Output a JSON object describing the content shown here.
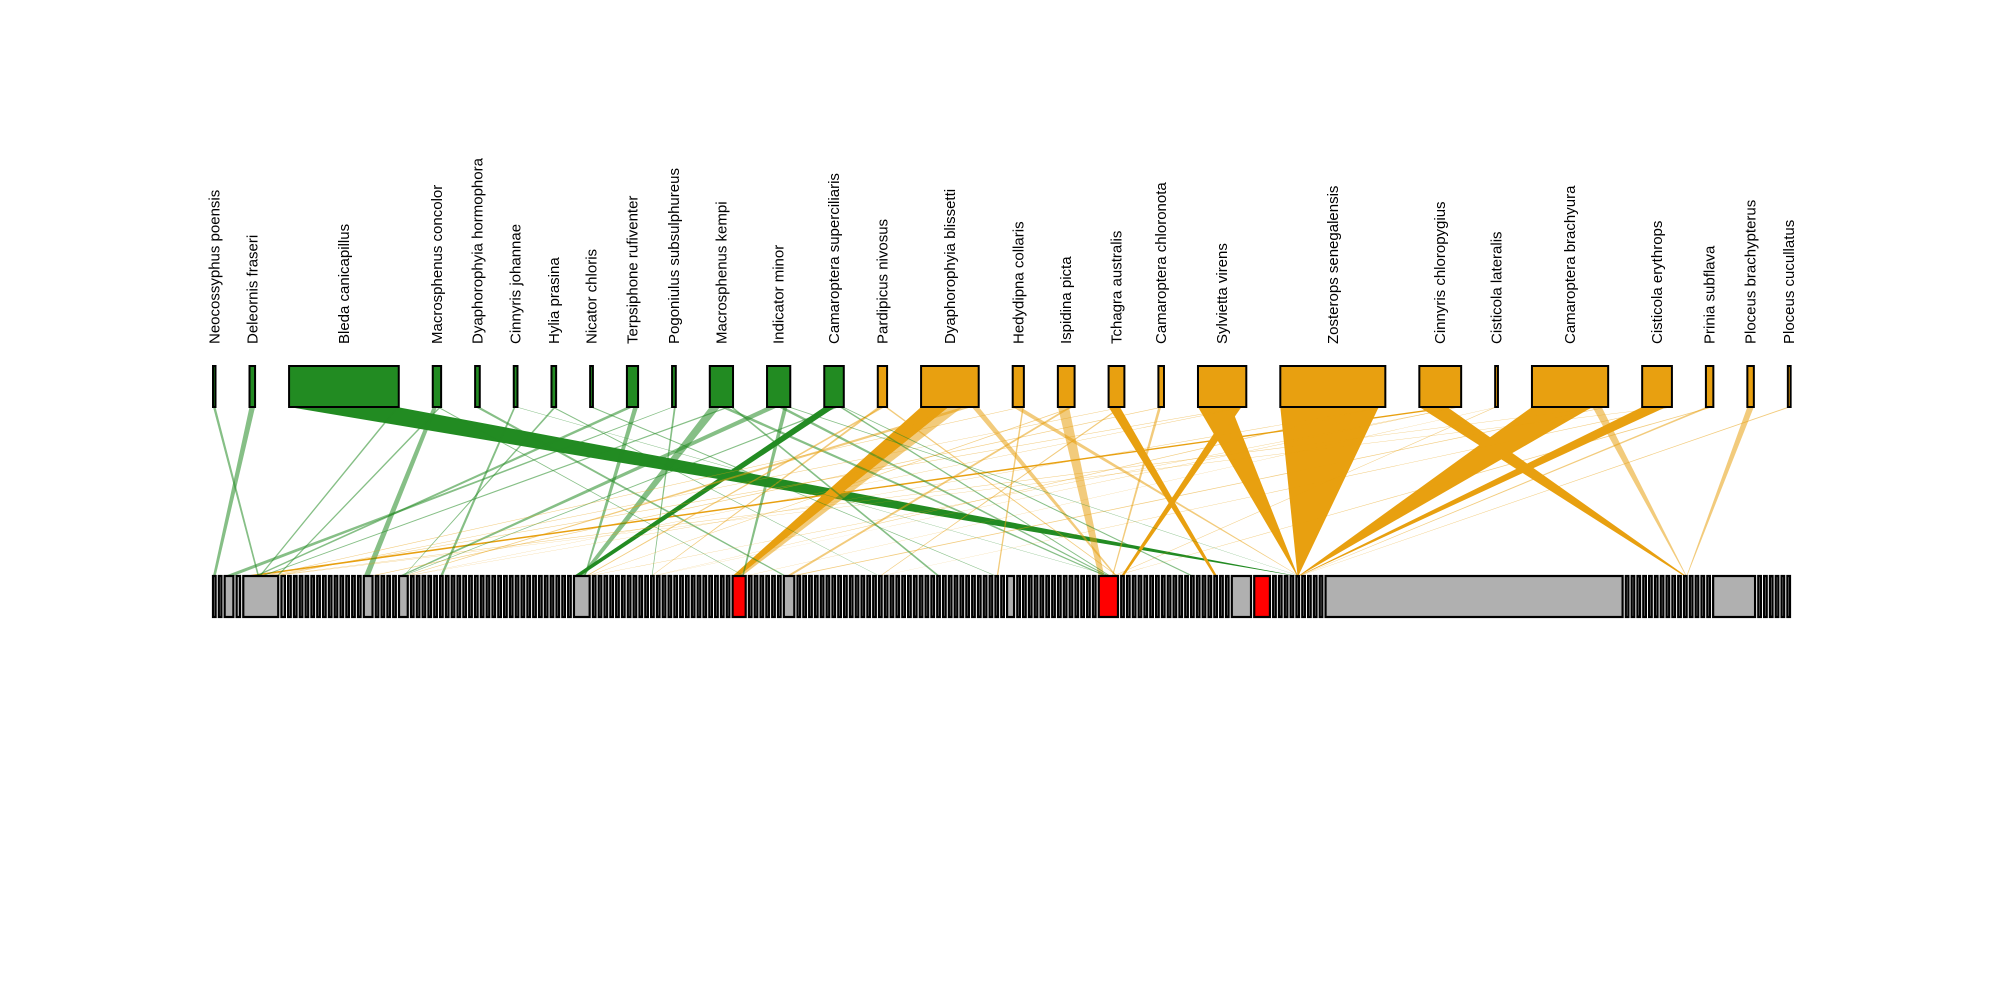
{
  "colors": {
    "forest_interior": "#228B22",
    "forest_edge": "#E8A010",
    "plant_default": "#B0B0B0",
    "plant_highlight": "#FF0000",
    "outline": "#000000"
  },
  "higher_level": [
    {
      "name": "Neocossyphus poensis",
      "group": "forest_interior",
      "weight": 0.2
    },
    {
      "name": "Deleornis fraseri",
      "group": "forest_interior",
      "weight": 0.6
    },
    {
      "name": "Bleda canicapillus",
      "group": "forest_interior",
      "weight": 11.8
    },
    {
      "name": "Macrosphenus concolor",
      "group": "forest_interior",
      "weight": 0.9
    },
    {
      "name": "Dyaphorophyia hormophora",
      "group": "forest_interior",
      "weight": 0.5
    },
    {
      "name": "Cinnyris johannae",
      "group": "forest_interior",
      "weight": 0.4
    },
    {
      "name": "Hylia prasina",
      "group": "forest_interior",
      "weight": 0.5
    },
    {
      "name": "Nicator chloris",
      "group": "forest_interior",
      "weight": 0.3
    },
    {
      "name": "Terpsiphone rufiventer",
      "group": "forest_interior",
      "weight": 1.2
    },
    {
      "name": "Pogoniulus subsulphureus",
      "group": "forest_interior",
      "weight": 0.4
    },
    {
      "name": "Macrosphenus kempi",
      "group": "forest_interior",
      "weight": 2.5
    },
    {
      "name": "Indicator minor",
      "group": "forest_interior",
      "weight": 2.5
    },
    {
      "name": "Camaroptera superciliaris",
      "group": "forest_interior",
      "weight": 2.1
    },
    {
      "name": "Pardipicus nivosus",
      "group": "forest_edge",
      "weight": 1.0
    },
    {
      "name": "Dyaphorophyia blissetti",
      "group": "forest_edge",
      "weight": 6.2
    },
    {
      "name": "Hedydipna collaris",
      "group": "forest_edge",
      "weight": 1.2
    },
    {
      "name": "Ispidina picta",
      "group": "forest_edge",
      "weight": 1.8
    },
    {
      "name": "Tchagra australis",
      "group": "forest_edge",
      "weight": 1.7
    },
    {
      "name": "Camaroptera chloronota",
      "group": "forest_edge",
      "weight": 0.6
    },
    {
      "name": "Sylvietta virens",
      "group": "forest_edge",
      "weight": 5.2
    },
    {
      "name": "Zosterops senegalensis",
      "group": "forest_edge",
      "weight": 11.3
    },
    {
      "name": "Cinnyris chloropygius",
      "group": "forest_edge",
      "weight": 4.5
    },
    {
      "name": "Cisticola lateralis",
      "group": "forest_edge",
      "weight": 0.3
    },
    {
      "name": "Camaroptera brachyura",
      "group": "forest_edge",
      "weight": 8.2
    },
    {
      "name": "Cisticola erythrops",
      "group": "forest_edge",
      "weight": 3.2
    },
    {
      "name": "Prinia subflava",
      "group": "forest_edge",
      "weight": 0.8
    },
    {
      "name": "Ploceus brachypterus",
      "group": "forest_edge",
      "weight": 0.7
    },
    {
      "name": "Ploceus cucullatus",
      "group": "forest_edge",
      "weight": 0.3
    }
  ],
  "lower_level": [
    {
      "weight": 0.3
    },
    {
      "weight": 0.3
    },
    {
      "weight": 1.0
    },
    {
      "weight": 0.4
    },
    {
      "weight": 4.0
    },
    {
      "weight": 0.4
    },
    {
      "weight": 0.3
    },
    {
      "weight": 0.3
    },
    {
      "weight": 0.3
    },
    {
      "weight": 0.3
    },
    {
      "weight": 0.3
    },
    {
      "weight": 0.3
    },
    {
      "weight": 0.3
    },
    {
      "weight": 0.3
    },
    {
      "weight": 0.3
    },
    {
      "weight": 0.3
    },
    {
      "weight": 0.3
    },
    {
      "weight": 0.3
    },
    {
      "weight": 0.3
    },
    {
      "weight": 1.0
    },
    {
      "weight": 0.3
    },
    {
      "weight": 0.3
    },
    {
      "weight": 0.3
    },
    {
      "weight": 0.3
    },
    {
      "weight": 1.0
    },
    {
      "weight": 0.3
    },
    {
      "weight": 0.3
    },
    {
      "weight": 0.3
    },
    {
      "weight": 0.3
    },
    {
      "weight": 0.3
    },
    {
      "weight": 0.3
    },
    {
      "weight": 0.3
    },
    {
      "weight": 0.3
    },
    {
      "weight": 0.3
    },
    {
      "weight": 0.3
    },
    {
      "weight": 0.3
    },
    {
      "weight": 0.3
    },
    {
      "weight": 0.3
    },
    {
      "weight": 0.3
    },
    {
      "weight": 0.3
    },
    {
      "weight": 0.3
    },
    {
      "weight": 0.3
    },
    {
      "weight": 0.3
    },
    {
      "weight": 0.3
    },
    {
      "weight": 0.3
    },
    {
      "weight": 0.3
    },
    {
      "weight": 0.3
    },
    {
      "weight": 0.3
    },
    {
      "weight": 0.3
    },
    {
      "weight": 0.3
    },
    {
      "weight": 0.3
    },
    {
      "weight": 0.3
    },
    {
      "weight": 0.3
    },
    {
      "weight": 1.8
    },
    {
      "weight": 0.3
    },
    {
      "weight": 0.3
    },
    {
      "weight": 0.3
    },
    {
      "weight": 0.3
    },
    {
      "weight": 0.3
    },
    {
      "weight": 0.3
    },
    {
      "weight": 0.3
    },
    {
      "weight": 0.3
    },
    {
      "weight": 0.3
    },
    {
      "weight": 0.3
    },
    {
      "weight": 0.3
    },
    {
      "weight": 0.3
    },
    {
      "weight": 0.3
    },
    {
      "weight": 0.3
    },
    {
      "weight": 0.3
    },
    {
      "weight": 0.3
    },
    {
      "weight": 0.3
    },
    {
      "weight": 0.3
    },
    {
      "weight": 0.3
    },
    {
      "weight": 0.3
    },
    {
      "weight": 0.3
    },
    {
      "weight": 0.3
    },
    {
      "weight": 0.3
    },
    {
      "weight": 0.3
    },
    {
      "weight": 1.5,
      "highlight": true
    },
    {
      "weight": 0.3
    },
    {
      "weight": 0.3
    },
    {
      "weight": 0.3
    },
    {
      "weight": 0.3
    },
    {
      "weight": 0.3
    },
    {
      "weight": 0.3
    },
    {
      "weight": 1.2
    },
    {
      "weight": 0.3
    },
    {
      "weight": 0.3
    },
    {
      "weight": 0.3
    },
    {
      "weight": 0.3
    },
    {
      "weight": 0.3
    },
    {
      "weight": 0.3
    },
    {
      "weight": 0.3
    },
    {
      "weight": 0.3
    },
    {
      "weight": 0.3
    },
    {
      "weight": 0.3
    },
    {
      "weight": 0.3
    },
    {
      "weight": 0.3
    },
    {
      "weight": 0.3
    },
    {
      "weight": 0.3
    },
    {
      "weight": 0.3
    },
    {
      "weight": 0.3
    },
    {
      "weight": 0.3
    },
    {
      "weight": 0.3
    },
    {
      "weight": 0.3
    },
    {
      "weight": 0.3
    },
    {
      "weight": 0.3
    },
    {
      "weight": 0.3
    },
    {
      "weight": 0.3
    },
    {
      "weight": 0.3
    },
    {
      "weight": 0.3
    },
    {
      "weight": 0.3
    },
    {
      "weight": 0.3
    },
    {
      "weight": 0.3
    },
    {
      "weight": 0.3
    },
    {
      "weight": 0.3
    },
    {
      "weight": 0.3
    },
    {
      "weight": 0.3
    },
    {
      "weight": 0.3
    },
    {
      "weight": 0.3
    },
    {
      "weight": 0.3
    },
    {
      "weight": 0.3
    },
    {
      "weight": 0.8
    },
    {
      "weight": 0.3
    },
    {
      "weight": 0.3
    },
    {
      "weight": 0.3
    },
    {
      "weight": 0.3
    },
    {
      "weight": 0.3
    },
    {
      "weight": 0.3
    },
    {
      "weight": 0.3
    },
    {
      "weight": 0.3
    },
    {
      "weight": 0.3
    },
    {
      "weight": 0.3
    },
    {
      "weight": 0.3
    },
    {
      "weight": 0.3
    },
    {
      "weight": 0.3
    },
    {
      "weight": 0.3
    },
    {
      "weight": 2.2,
      "highlight": true
    },
    {
      "weight": 0.3
    },
    {
      "weight": 0.3
    },
    {
      "weight": 0.3
    },
    {
      "weight": 0.3
    },
    {
      "weight": 0.3
    },
    {
      "weight": 0.3
    },
    {
      "weight": 0.3
    },
    {
      "weight": 0.3
    },
    {
      "weight": 0.3
    },
    {
      "weight": 0.3
    },
    {
      "weight": 0.3
    },
    {
      "weight": 0.3
    },
    {
      "weight": 0.3
    },
    {
      "weight": 0.3
    },
    {
      "weight": 0.3
    },
    {
      "weight": 0.3
    },
    {
      "weight": 0.3
    },
    {
      "weight": 0.3
    },
    {
      "weight": 0.3
    },
    {
      "weight": 2.2
    },
    {
      "weight": 1.8,
      "highlight": true
    },
    {
      "weight": 0.3
    },
    {
      "weight": 0.3
    },
    {
      "weight": 0.3
    },
    {
      "weight": 0.3
    },
    {
      "weight": 0.3
    },
    {
      "weight": 0.3
    },
    {
      "weight": 0.3
    },
    {
      "weight": 0.3
    },
    {
      "weight": 0.3
    },
    {
      "weight": 34.0
    },
    {
      "weight": 0.3
    },
    {
      "weight": 0.3
    },
    {
      "weight": 0.3
    },
    {
      "weight": 0.3
    },
    {
      "weight": 0.3
    },
    {
      "weight": 0.3
    },
    {
      "weight": 0.3
    },
    {
      "weight": 0.3
    },
    {
      "weight": 0.3
    },
    {
      "weight": 0.3
    },
    {
      "weight": 0.3
    },
    {
      "weight": 0.3
    },
    {
      "weight": 0.3
    },
    {
      "weight": 0.3
    },
    {
      "weight": 0.3
    },
    {
      "weight": 4.8
    },
    {
      "weight": 0.3
    },
    {
      "weight": 0.3
    },
    {
      "weight": 0.3
    },
    {
      "weight": 0.3
    },
    {
      "weight": 0.3
    },
    {
      "weight": 0.3
    }
  ],
  "interactions": [
    {
      "from": 2,
      "to": 163,
      "weight": 11.0
    },
    {
      "from": 19,
      "to": 163,
      "weight": 4.8
    },
    {
      "from": 20,
      "to": 163,
      "weight": 10.5
    },
    {
      "from": 23,
      "to": 163,
      "weight": 6.5
    },
    {
      "from": 21,
      "to": 179,
      "weight": 4.0
    },
    {
      "from": 23,
      "to": 179,
      "weight": 1.0
    },
    {
      "from": 24,
      "to": 163,
      "weight": 2.5
    },
    {
      "from": 19,
      "to": 138,
      "weight": 1.5
    },
    {
      "from": 15,
      "to": 163,
      "weight": 1.0
    },
    {
      "from": 14,
      "to": 78,
      "weight": 1.2
    },
    {
      "from": 16,
      "to": 137,
      "weight": 1.0
    },
    {
      "from": 17,
      "to": 154,
      "weight": 1.5
    },
    {
      "from": 21,
      "to": 4,
      "weight": 1.4
    },
    {
      "from": 12,
      "to": 53,
      "weight": 1.2
    },
    {
      "from": 11,
      "to": 24,
      "weight": 0.8
    },
    {
      "from": 10,
      "to": 53,
      "weight": 0.8
    },
    {
      "from": 14,
      "to": 78,
      "weight": 0.6
    },
    {
      "from": 13,
      "to": 64,
      "weight": 0.3
    },
    {
      "from": 10,
      "to": 137,
      "weight": 0.5
    },
    {
      "from": 11,
      "to": 137,
      "weight": 0.4
    },
    {
      "from": 8,
      "to": 4,
      "weight": 0.4
    },
    {
      "from": 3,
      "to": 19,
      "weight": 0.4
    },
    {
      "from": 1,
      "to": 0,
      "weight": 0.3
    },
    {
      "from": 12,
      "to": 24,
      "weight": 0.4
    },
    {
      "from": 9,
      "to": 2,
      "weight": 0.2
    },
    {
      "from": 5,
      "to": 30,
      "weight": 0.2
    },
    {
      "from": 4,
      "to": 85,
      "weight": 0.2
    },
    {
      "from": 6,
      "to": 100,
      "weight": 0.2
    },
    {
      "from": 7,
      "to": 120,
      "weight": 0.2
    },
    {
      "from": 0,
      "to": 4,
      "weight": 0.2
    },
    {
      "from": 2,
      "to": 4,
      "weight": 0.2
    },
    {
      "from": 10,
      "to": 4,
      "weight": 0.3
    },
    {
      "from": 11,
      "to": 78,
      "weight": 0.3
    },
    {
      "from": 12,
      "to": 137,
      "weight": 0.3
    },
    {
      "from": 8,
      "to": 53,
      "weight": 0.3
    },
    {
      "from": 3,
      "to": 78,
      "weight": 0.2
    },
    {
      "from": 5,
      "to": 137,
      "weight": 0.2
    },
    {
      "from": 6,
      "to": 24,
      "weight": 0.2
    },
    {
      "from": 9,
      "to": 64,
      "weight": 0.2
    },
    {
      "from": 13,
      "to": 53,
      "weight": 0.3
    },
    {
      "from": 14,
      "to": 24,
      "weight": 0.4
    },
    {
      "from": 15,
      "to": 4,
      "weight": 0.3
    },
    {
      "from": 16,
      "to": 85,
      "weight": 0.3
    },
    {
      "from": 17,
      "to": 100,
      "weight": 0.3
    },
    {
      "from": 18,
      "to": 137,
      "weight": 0.2
    },
    {
      "from": 19,
      "to": 4,
      "weight": 0.4
    },
    {
      "from": 20,
      "to": 64,
      "weight": 0.4
    },
    {
      "from": 20,
      "to": 24,
      "weight": 0.3
    },
    {
      "from": 21,
      "to": 64,
      "weight": 0.3
    },
    {
      "from": 22,
      "to": 137,
      "weight": 0.2
    },
    {
      "from": 23,
      "to": 4,
      "weight": 0.4
    },
    {
      "from": 23,
      "to": 85,
      "weight": 0.3
    },
    {
      "from": 24,
      "to": 4,
      "weight": 0.3
    },
    {
      "from": 24,
      "to": 100,
      "weight": 0.3
    },
    {
      "from": 25,
      "to": 163,
      "weight": 0.3
    },
    {
      "from": 25,
      "to": 137,
      "weight": 0.2
    },
    {
      "from": 26,
      "to": 179,
      "weight": 0.3
    },
    {
      "from": 27,
      "to": 163,
      "weight": 0.2
    },
    {
      "from": 18,
      "to": 19,
      "weight": 0.2
    },
    {
      "from": 15,
      "to": 120,
      "weight": 0.2
    },
    {
      "from": 14,
      "to": 137,
      "weight": 0.3
    },
    {
      "from": 17,
      "to": 4,
      "weight": 0.3
    },
    {
      "from": 16,
      "to": 53,
      "weight": 0.2
    },
    {
      "from": 13,
      "to": 137,
      "weight": 0.2
    },
    {
      "from": 21,
      "to": 53,
      "weight": 0.3
    },
    {
      "from": 19,
      "to": 24,
      "weight": 0.3
    },
    {
      "from": 22,
      "to": 78,
      "weight": 0.2
    },
    {
      "from": 11,
      "to": 163,
      "weight": 0.2
    },
    {
      "from": 10,
      "to": 110,
      "weight": 0.2
    },
    {
      "from": 12,
      "to": 150,
      "weight": 0.2
    },
    {
      "from": 3,
      "to": 4,
      "weight": 0.2
    }
  ]
}
